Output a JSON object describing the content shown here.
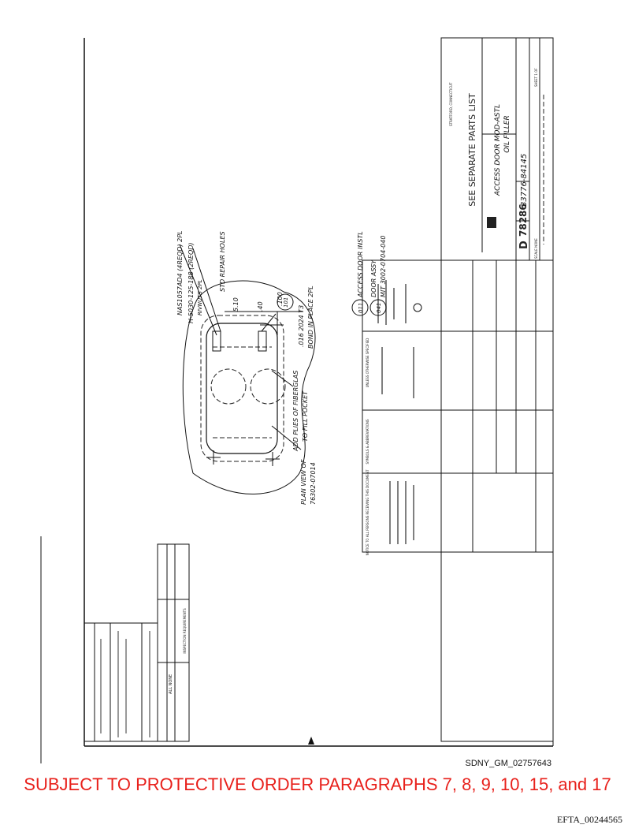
{
  "drawing": {
    "parts_list_note": "SEE SEPARATE PARTS LIST",
    "title_line1": "ACCESS DOOR MOD-ASTL",
    "title_line2": "OIL FILLER",
    "size": "D",
    "fscm_no": "78286",
    "drawing_number": "33776-84145",
    "scale": "SCALE NONE",
    "sheet": "SHEET 1 OF",
    "company": "STRATFORD, CONNECTICUT",
    "callouts": {
      "fastener": "NAS1057AD4 (4REQD) 2PL",
      "rivnut": "H-5030-125-188 (2REQD)",
      "rivnut2": "RIVNUTS 2PL",
      "repair_holes": "STD REPAIR HOLES",
      "dim1": "5.10",
      "dim2": ".40",
      "dim3": ".100",
      "item101": "101",
      "bond": ".016 2024 T3",
      "bond2": "BOND IN PLACE 2PL",
      "fiberglas": "ADD PLIES OF FIBERGLAS",
      "fiberglas2": "TO FILL POCKET",
      "plan_view": "PLAN VIEW OF",
      "plan_view2": "76302-07014",
      "item011": "011",
      "access_door": "ACCESS DOOR INSTL",
      "item041": "041",
      "door_assy": "DOOR ASSY",
      "door_assy2": "MIT 3002-0704-040"
    },
    "notes_header": "UNLESS OTHERWISE SPECIFIED",
    "symbols_header": "SYMBOLS & ABBREVIATIONS",
    "notice_header": "NOTICE TO ALL PERSONS RECEIVING THIS DOCUMENT",
    "inspection_header": "INSPECTION REQUIREMENTS",
    "all_none": "ALL NONE"
  },
  "footer": {
    "bates": "SDNY_GM_02757643",
    "protective_order": "SUBJECT TO PROTECTIVE ORDER PARAGRAPHS 7, 8, 9, 10, 15, and 17",
    "efta": "EFTA_00244565"
  }
}
